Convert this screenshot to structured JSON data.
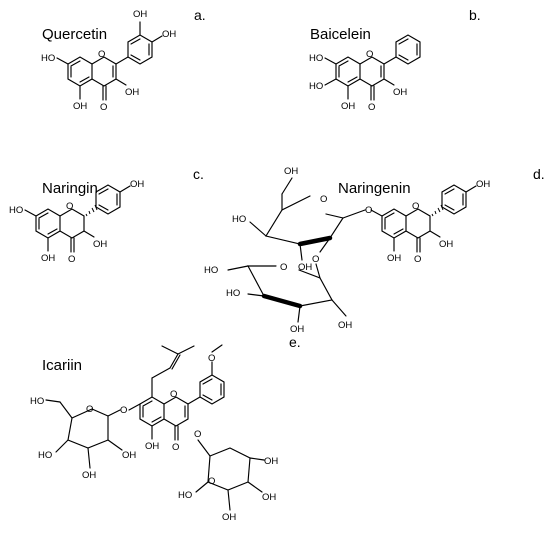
{
  "compounds": [
    {
      "name": "Quercetin",
      "panel": "a."
    },
    {
      "name": "Baicelein",
      "panel": "b."
    },
    {
      "name": "Naringin",
      "panel": "c."
    },
    {
      "name": "Naringenin",
      "panel": "d."
    },
    {
      "name": "Icariin",
      "panel": "e."
    }
  ],
  "atom_labels": {
    "hydroxyl": "OH",
    "hydroxyl_left": "HO",
    "ring_oxygen": "O",
    "carbonyl_oxygen": "O"
  }
}
